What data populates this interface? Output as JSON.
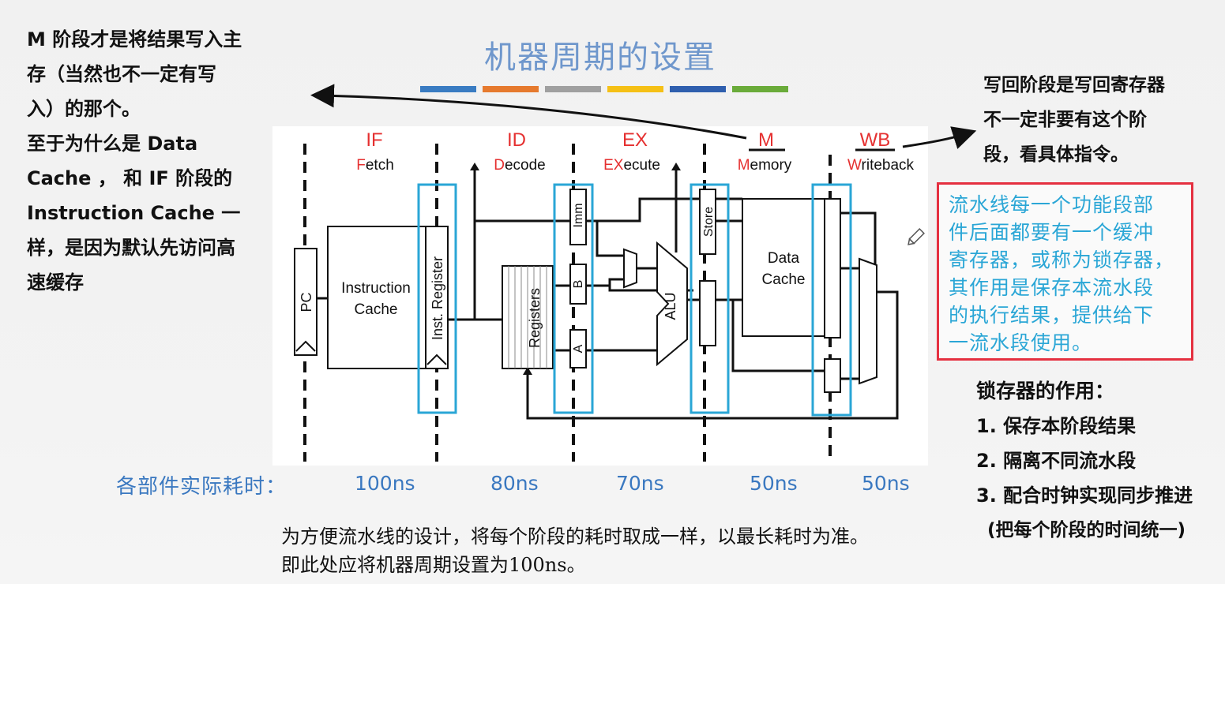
{
  "title": "机器周期的设置",
  "title_color": "#6f97cc",
  "color_bars": [
    "#3a7cc2",
    "#e67a2e",
    "#a0a0a0",
    "#f5c016",
    "#2f5fae",
    "#6aab3a"
  ],
  "left_note": "M 阶段才是将结果写入主\n存（当然也不一定有写\n入）的那个。\n至于为什么是 Data\nCache ， 和 IF 阶段的\nInstruction Cache 一\n样，是因为默认先访问高\n速缓存",
  "right_top_note": "写回阶段是写回寄存器\n不一定非要有这个阶\n段，看具体指令。",
  "red_box_note": "流水线每一个功能段部\n件后面都要有一个缓冲\n寄存器，或称为锁存器，\n其作用是保存本流水段\n的执行结果，提供给下\n一流水段使用。",
  "latch": {
    "title": "锁存器的作用：",
    "items": [
      "1. 保存本阶段结果",
      "2. 隔离不同流水段",
      "3. 配合时钟实现同步推进"
    ]
  },
  "side_note": "(把每个阶段的时间统一)",
  "stages": [
    {
      "abbr": "IF",
      "first": "F",
      "rest": "etch"
    },
    {
      "abbr": "ID",
      "first": "D",
      "rest": "ecode"
    },
    {
      "abbr": "EX",
      "first": "EX",
      "rest": "ecute"
    },
    {
      "abbr": "M",
      "first": "M",
      "rest": "emory"
    },
    {
      "abbr": "WB",
      "first": "W",
      "rest": "riteback"
    }
  ],
  "components": {
    "pc": "PC",
    "icache": [
      "Instruction",
      "Cache"
    ],
    "inst_reg": "Inst. Register",
    "registers": "Registers",
    "imm": "Imm",
    "reg_b": "B",
    "reg_a": "A",
    "alu": "ALU",
    "store": "Store",
    "dcache": [
      "Data",
      "Cache"
    ]
  },
  "timing": {
    "label": "各部件实际耗时：",
    "values": [
      "100ns",
      "80ns",
      "70ns",
      "50ns",
      "50ns"
    ]
  },
  "bottom_text": "为方便流水线的设计，将每个阶段的耗时取成一样，以最长耗时为准。\n即此处应将机器周期设置为100ns。",
  "colors": {
    "stage_red": "#e53030",
    "latch_blue": "#2aa6d6",
    "timing_blue": "#3a78c0",
    "annotation_red": "#e53040"
  }
}
